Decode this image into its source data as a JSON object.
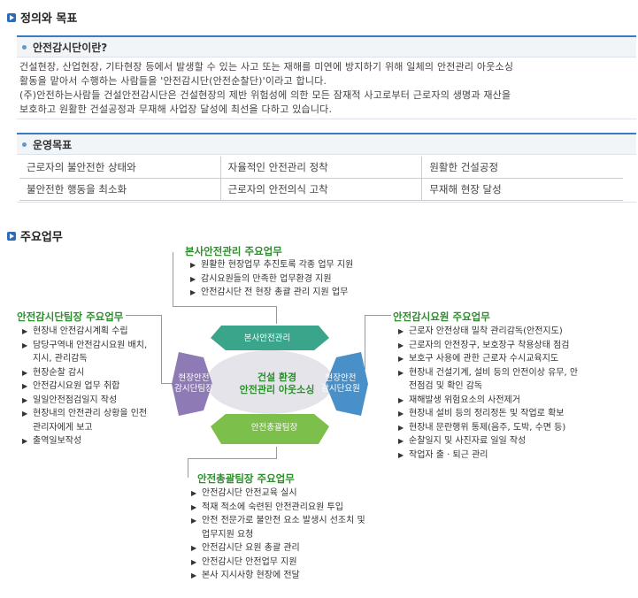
{
  "definition": {
    "section_title": "정의와 목표",
    "head": "안전감시단이란?",
    "paragraphs": [
      "건설현장, 산업현장, 기타현장 등에서 발생할 수 있는 사고 또는 재해를 미연에 방지하기 위해 일체의 안전관리 아웃소싱",
      "활동을 맡아서 수행하는 사람들을 '안전감시단(안전순찰단)'이라고 합니다.",
      "(주)안전하는사람들 건설안전감시단은 건설현장의 제반 위험성에 의한 모든 잠재적 사고로부터 근로자의 생명과 재산을",
      "보호하고 원활한 건설공정과 무재해 사업장 달성에 최선을 다하고 있습니다."
    ]
  },
  "goals": {
    "head": "운영목표",
    "rows": [
      [
        "근로자의 불안전한 상태와",
        "자율적인 안전관리 정착",
        "원활한 건설공정"
      ],
      [
        "불안전한 행동을 최소화",
        "근로자의 안전의식 고착",
        "무재해 현장 달성"
      ]
    ]
  },
  "duties": {
    "section_title": "주요업무",
    "center": [
      "건설 환경",
      "안전관리 아웃소싱"
    ],
    "petals": {
      "top": "본사안전관리",
      "left": [
        "현장안전",
        "감시단팀장"
      ],
      "right": [
        "현장안전",
        "감시단요원"
      ],
      "bottom": "안전총괄팀장"
    },
    "roles": {
      "top": {
        "title": "본사안전관리 주요업무",
        "items": [
          "원활한 현장업무 추진토록 각종 업무 지원",
          "감시요원들의 만족한 업무환경 지원",
          "안전감시단 전 현장 총괄 관리 지원 업무"
        ]
      },
      "left": {
        "title": "안전감시단팀장 주요업무",
        "items": [
          "현장내 안전감시계획 수립",
          "담당구역내 안전감시요원 배치, 지시, 관리감독",
          "현장순찰 감시",
          "안전감시요원 업무 취합",
          "일일안전점검일지 작성",
          "현장내의 안전관리 상황을 인전 관리자에게 보고",
          "출역일보작성"
        ]
      },
      "right": {
        "title": "안전감시요원 주요업무",
        "items": [
          "근로자 안전상태 밀착 관리감독(안전지도)",
          "근로자의 안전장구, 보호장구 착용상태 점검",
          "보호구 사용에 관한 근로자 수시교육지도",
          "현장내 건설기계, 설비 등의 안전이상 유무, 안전점검 및 확인 감독",
          "재해발생 위험요소의 사전제거",
          "현장내 설비 등의 정리정돈 및 작업로 확보",
          "현장내 문란행위 통제(음주, 도박, 수면 등)",
          "순찰일지 및 사진자료 일일 작성",
          "작업자 출 · 퇴근 관리"
        ]
      },
      "bottom": {
        "title": "안전총괄팀장 주요업무",
        "items": [
          "안전감시단 안전교육 실시",
          "적재 적소에 숙련된 안전관리요원 투입",
          "안전 전문가로 불안전 요소 발생시 선조치 및 업무지원 요청",
          "안전감시단 요원 총괄 관리",
          "안전감시단 안전업무 지원",
          "본사 지시사항 현장에 전달"
        ]
      }
    }
  },
  "colors": {
    "accent": "#3a7bc8",
    "role_title": "#2c8f2c",
    "top_petal": "#3aa58a",
    "left_petal": "#8e7ab5",
    "right_petal": "#4a90c8",
    "bottom_petal": "#7cbf4a"
  }
}
